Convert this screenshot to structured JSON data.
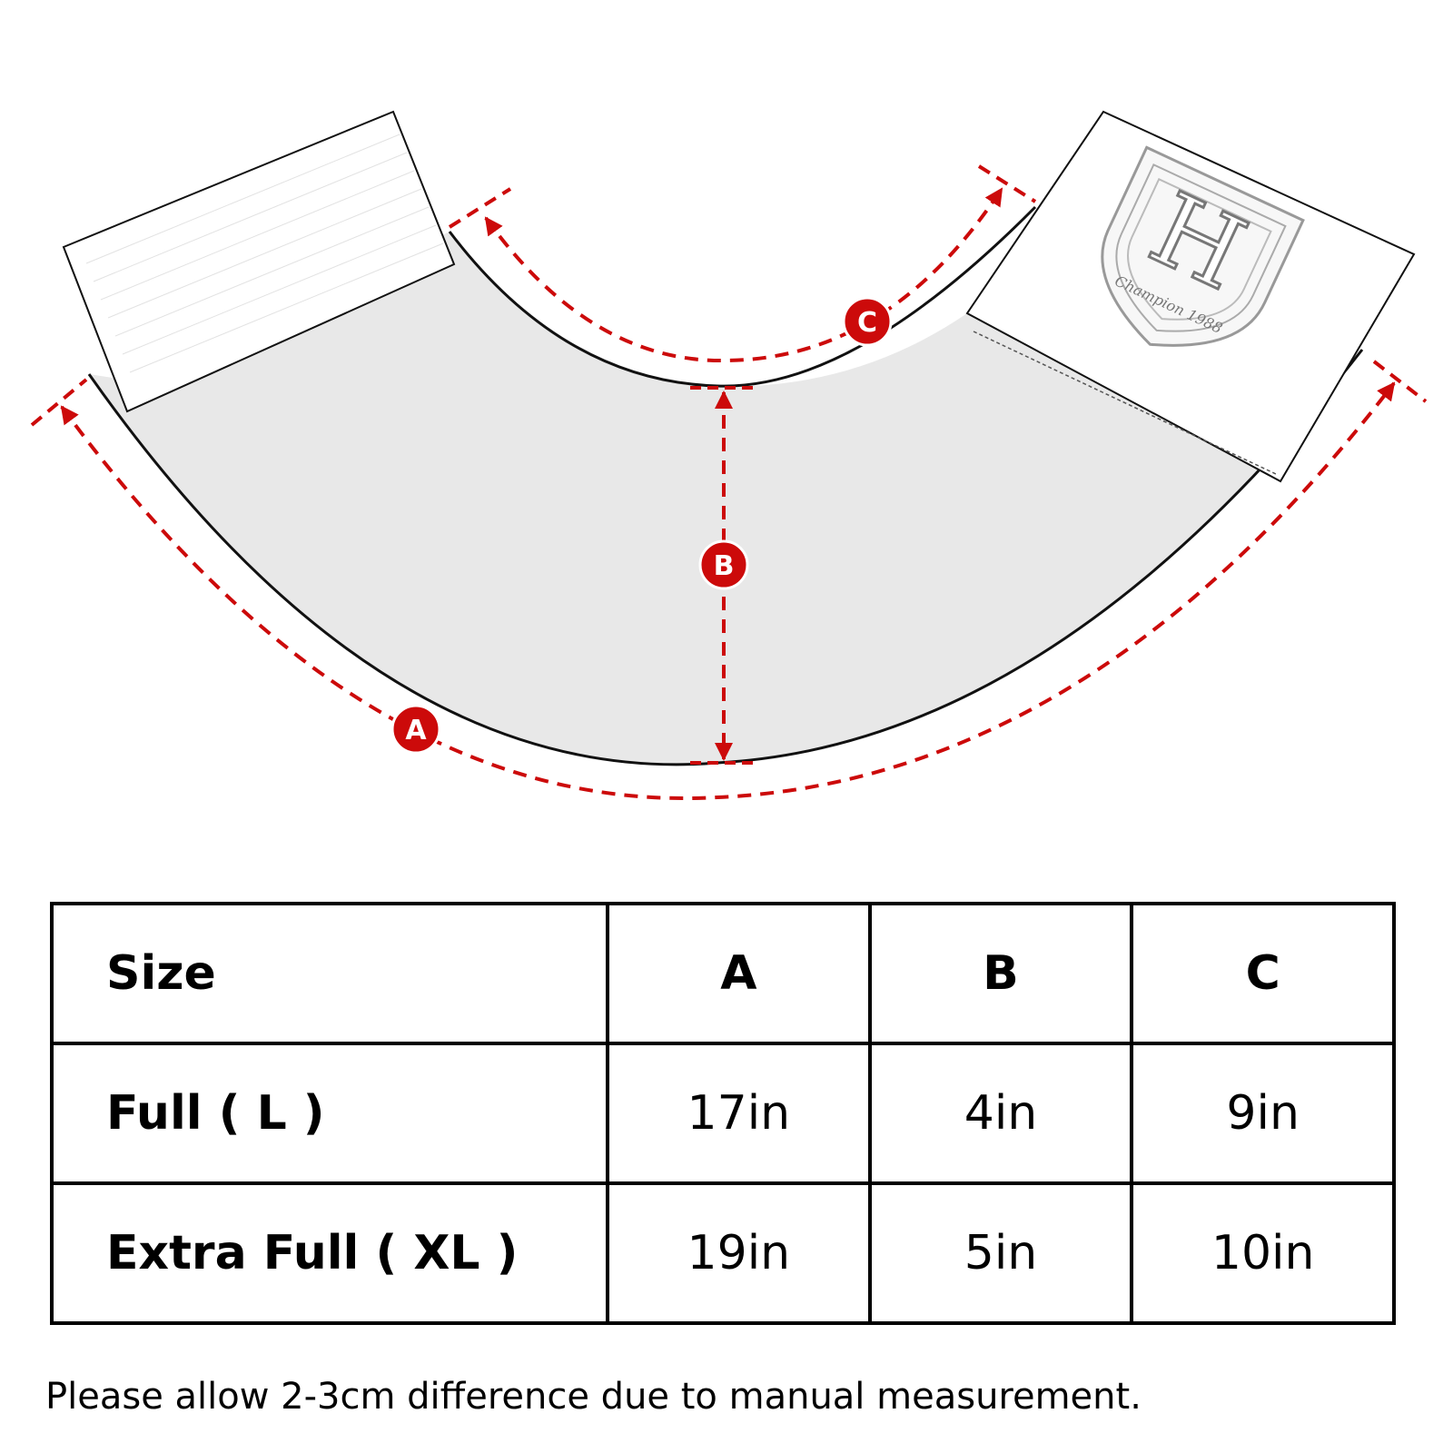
{
  "diagram": {
    "markers": [
      "A",
      "B",
      "C"
    ],
    "accent_color": "#cc0a0a",
    "fill_color": "#e8e8e8",
    "badge": {
      "letter": "H",
      "text": "Champion 1988"
    }
  },
  "table": {
    "header": [
      "Size",
      "A",
      "B",
      "C"
    ],
    "rows": [
      [
        "Full ( L )",
        "17in",
        "4in",
        "9in"
      ],
      [
        "Extra Full ( XL )",
        "19in",
        "5in",
        "10in"
      ]
    ]
  },
  "note": "Please allow 2-3cm difference due to manual measurement."
}
